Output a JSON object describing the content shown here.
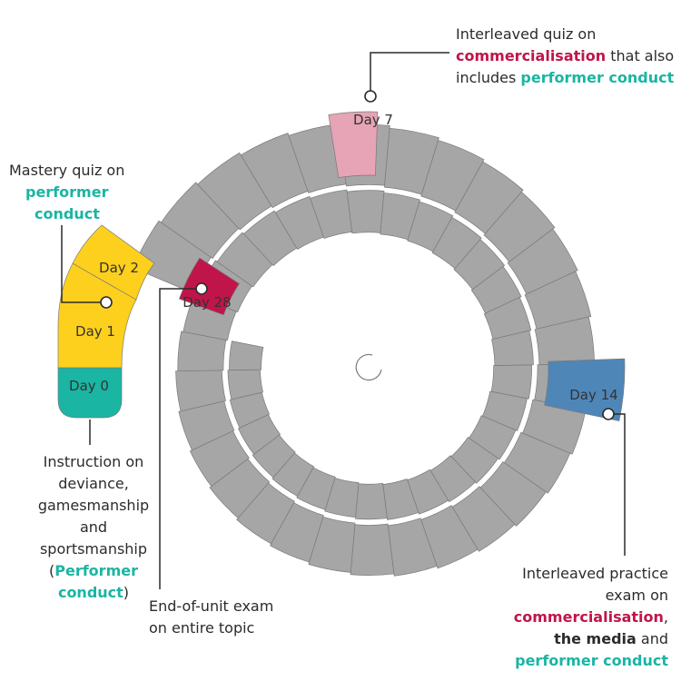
{
  "days": {
    "day0": "Day 0",
    "day1": "Day 1",
    "day2": "Day 2",
    "day7": "Day 7",
    "day14": "Day 14",
    "day28": "Day 28"
  },
  "colors": {
    "grey": "#a6a6a6",
    "day0": "#1ab5a3",
    "day1_2": "#fdd01e",
    "day7": "#e6a4b6",
    "day14": "#4f86b8",
    "day28": "#c0154a",
    "teal_text": "#1ab5a3",
    "crimson_text": "#c0154a"
  },
  "annotations": {
    "mastery": {
      "line1": "Mastery quiz on",
      "teal1": "performer",
      "teal2": "conduct"
    },
    "interleaved_quiz": {
      "line1": "Interleaved quiz on",
      "crimson": "commercialisation",
      "mid": " that also",
      "line3a": "includes ",
      "teal": "performer conduct"
    },
    "instruction": {
      "line1": "Instruction on",
      "line2": "deviance,",
      "line3": "gamesmanship",
      "line4": "and",
      "line5": "sportsmanship",
      "open_paren": "(",
      "teal1": "Performer",
      "teal2": "conduct",
      "close_paren": ")"
    },
    "end_exam": {
      "line1": "End-of-unit exam",
      "line2": "on entire topic"
    },
    "practice_exam": {
      "line1": "Interleaved practice",
      "line2": "exam on",
      "crimson": "commercialisation",
      "comma": ",",
      "dark": "the media",
      "and": " and",
      "teal": "performer conduct"
    }
  }
}
